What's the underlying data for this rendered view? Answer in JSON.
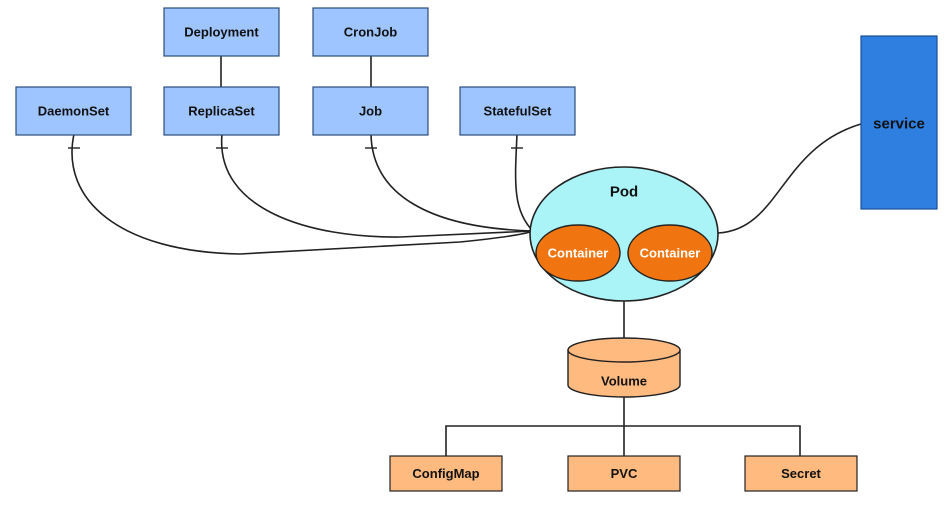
{
  "colors": {
    "controller_fill": "#9ec5ff",
    "controller_stroke": "#2a4d7a",
    "pod_fill": "#aaf4f8",
    "container_fill": "#f07510",
    "storage_fill": "#ffba80",
    "service_fill": "#2f7fe0",
    "line": "#222222"
  },
  "nodes": {
    "deployment": "Deployment",
    "cronjob": "CronJob",
    "daemonset": "DaemonSet",
    "replicaset": "ReplicaSet",
    "job": "Job",
    "statefulset": "StatefulSet",
    "service": "service",
    "pod": "Pod",
    "container_1": "Container",
    "container_2": "Container",
    "volume": "Volume",
    "configmap": "ConfigMap",
    "pvc": "PVC",
    "secret": "Secret"
  }
}
